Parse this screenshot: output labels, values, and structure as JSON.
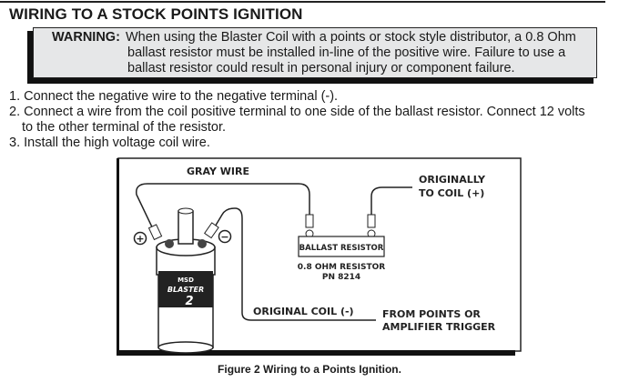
{
  "title": "WIRING TO A STOCK POINTS IGNITION",
  "warning": {
    "label": "WARNING:",
    "lines": [
      "When using the Blaster Coil with a points or stock style distributor, a 0.8 Ohm",
      "ballast resistor must be installed in-line of the positive wire. Failure to use a",
      "ballast resistor could result in personal injury or component failure."
    ]
  },
  "steps": [
    "1. Connect the negative wire to the negative terminal (-).",
    "2. Connect a wire from the coil positive terminal to one side of the ballast resistor. Connect 12 volts",
    "to the other terminal of the resistor.",
    "3. Install the high voltage coil wire."
  ],
  "diagram": {
    "gray_wire": "GRAY WIRE",
    "originally_line1": "ORIGINALLY",
    "originally_line2": "TO COIL (+)",
    "ballast_label": "BALLAST RESISTOR",
    "resistor_spec": "0.8 OHM RESISTOR",
    "part_number": "PN 8214",
    "original_coil_neg": "ORIGINAL COIL (-)",
    "from_points_line1": "FROM POINTS OR",
    "from_points_line2": "AMPLIFIER TRIGGER",
    "plus_symbol": "+",
    "minus_symbol": "−",
    "coil_brand": "MSD",
    "coil_name": "BLASTER",
    "coil_number": "2"
  },
  "caption": "Figure 2 Wiring to a Points Ignition."
}
